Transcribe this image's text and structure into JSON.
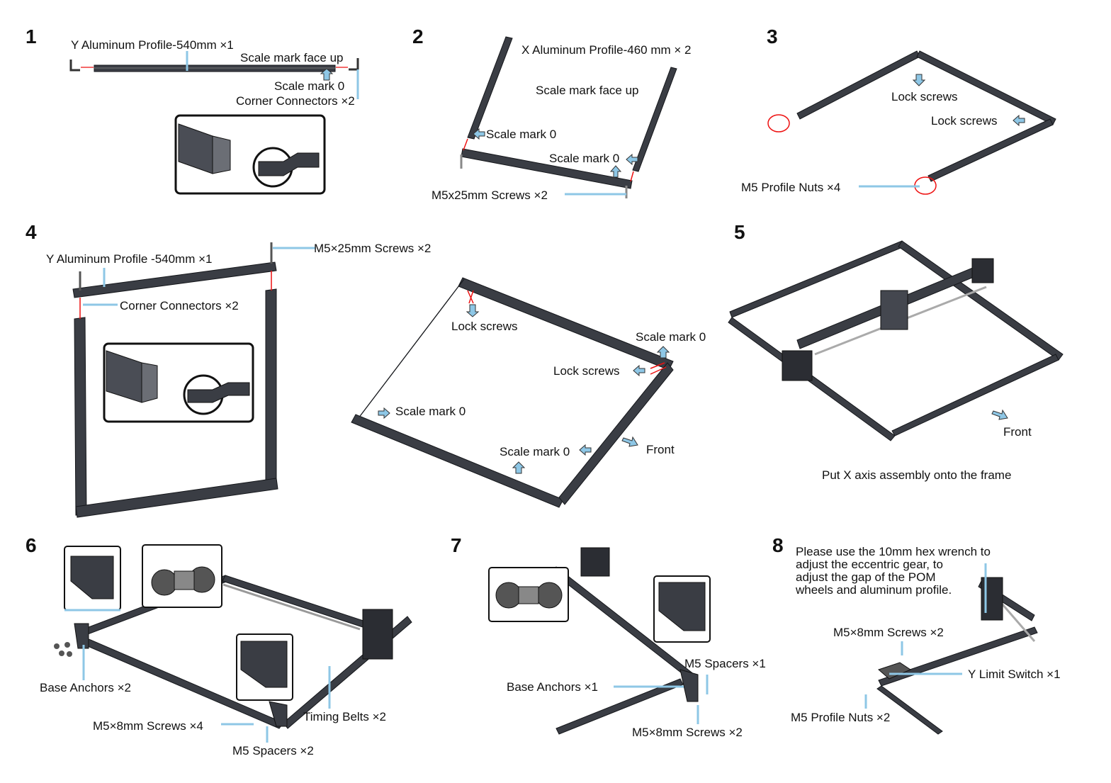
{
  "colors": {
    "profile": "#3a3d44",
    "profile_edge": "#15171b",
    "callout": "#8ec7e6",
    "marker": "#e11",
    "frame": "#111"
  },
  "steps": [
    {
      "number": "1",
      "labels": [
        "Y Aluminum Profile-540mm ×1",
        "Scale mark face up",
        "Scale mark 0",
        "Corner Connectors ×2"
      ]
    },
    {
      "number": "2",
      "labels": [
        "X Aluminum Profile-460 mm × 2",
        "Scale mark face up",
        "Scale mark 0",
        "Scale mark 0",
        "M5x25mm Screws ×2"
      ]
    },
    {
      "number": "3",
      "labels": [
        "Lock screws",
        "Lock screws",
        "M5 Profile Nuts ×4"
      ]
    },
    {
      "number": "4",
      "labels": [
        "Y Aluminum Profile -540mm ×1",
        "M5×25mm Screws ×2",
        "Corner Connectors ×2",
        "Lock screws",
        "Scale mark 0",
        "Lock screws",
        "Scale mark 0",
        "Scale mark 0",
        "Front"
      ]
    },
    {
      "number": "5",
      "labels": [
        "Front",
        "Put X axis assembly onto the frame"
      ]
    },
    {
      "number": "6",
      "labels": [
        "Base Anchors ×2",
        "Timing Belts ×2",
        "M5×8mm Screws ×4",
        "M5 Spacers ×2"
      ]
    },
    {
      "number": "7",
      "labels": [
        "M5 Spacers ×1",
        "Base Anchors ×1",
        "M5×8mm Screws ×2"
      ]
    },
    {
      "number": "8",
      "note": [
        "Please use the 10mm hex wrench to",
        "adjust the eccentric gear, to",
        "adjust the gap of the POM",
        "wheels and aluminum profile."
      ],
      "labels": [
        "M5×8mm Screws ×2",
        "Y Limit Switch ×1",
        "M5 Profile Nuts ×2"
      ]
    }
  ]
}
